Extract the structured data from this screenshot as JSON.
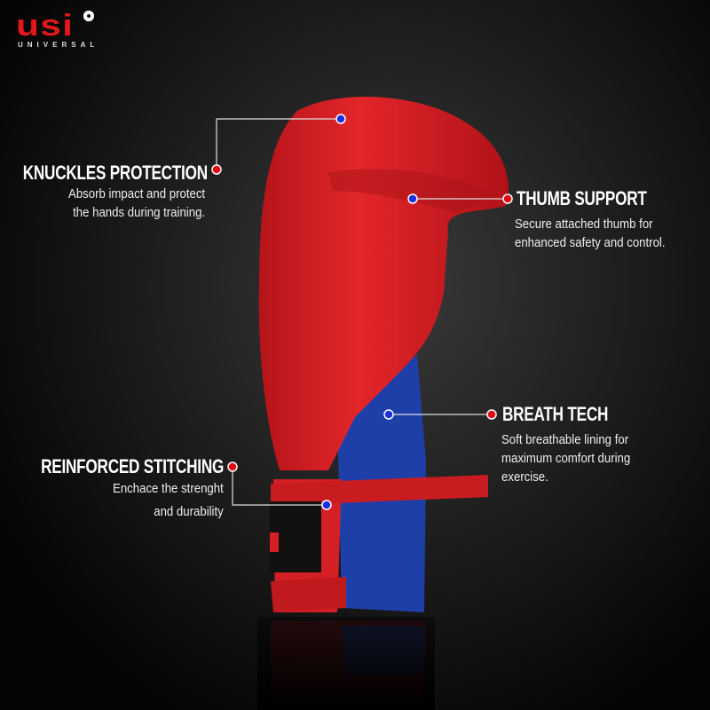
{
  "brand": {
    "logo_text": "usi",
    "logo_subtext": "UNIVERSAL"
  },
  "colors": {
    "glove_red": "#d91f1f",
    "glove_blue": "#1f3fa8",
    "marker_red": "#e30613",
    "marker_blue": "#1a2fe0",
    "background": "#1c1c1c"
  },
  "features": [
    {
      "title": "KNUCKLES PROTECTION",
      "description": [
        "Absorb impact and protect",
        "the hands during training."
      ]
    },
    {
      "title": "THUMB SUPPORT",
      "description": [
        "Secure attached thumb for",
        "enhanced safety and control."
      ]
    },
    {
      "title": "BREATH TECH",
      "description": [
        "Soft breathable lining for",
        "maximum comfort during",
        "exercise."
      ]
    },
    {
      "title": "REINFORCED STITCHING",
      "description": [
        "Enchace the strenght",
        "and durability"
      ]
    }
  ]
}
